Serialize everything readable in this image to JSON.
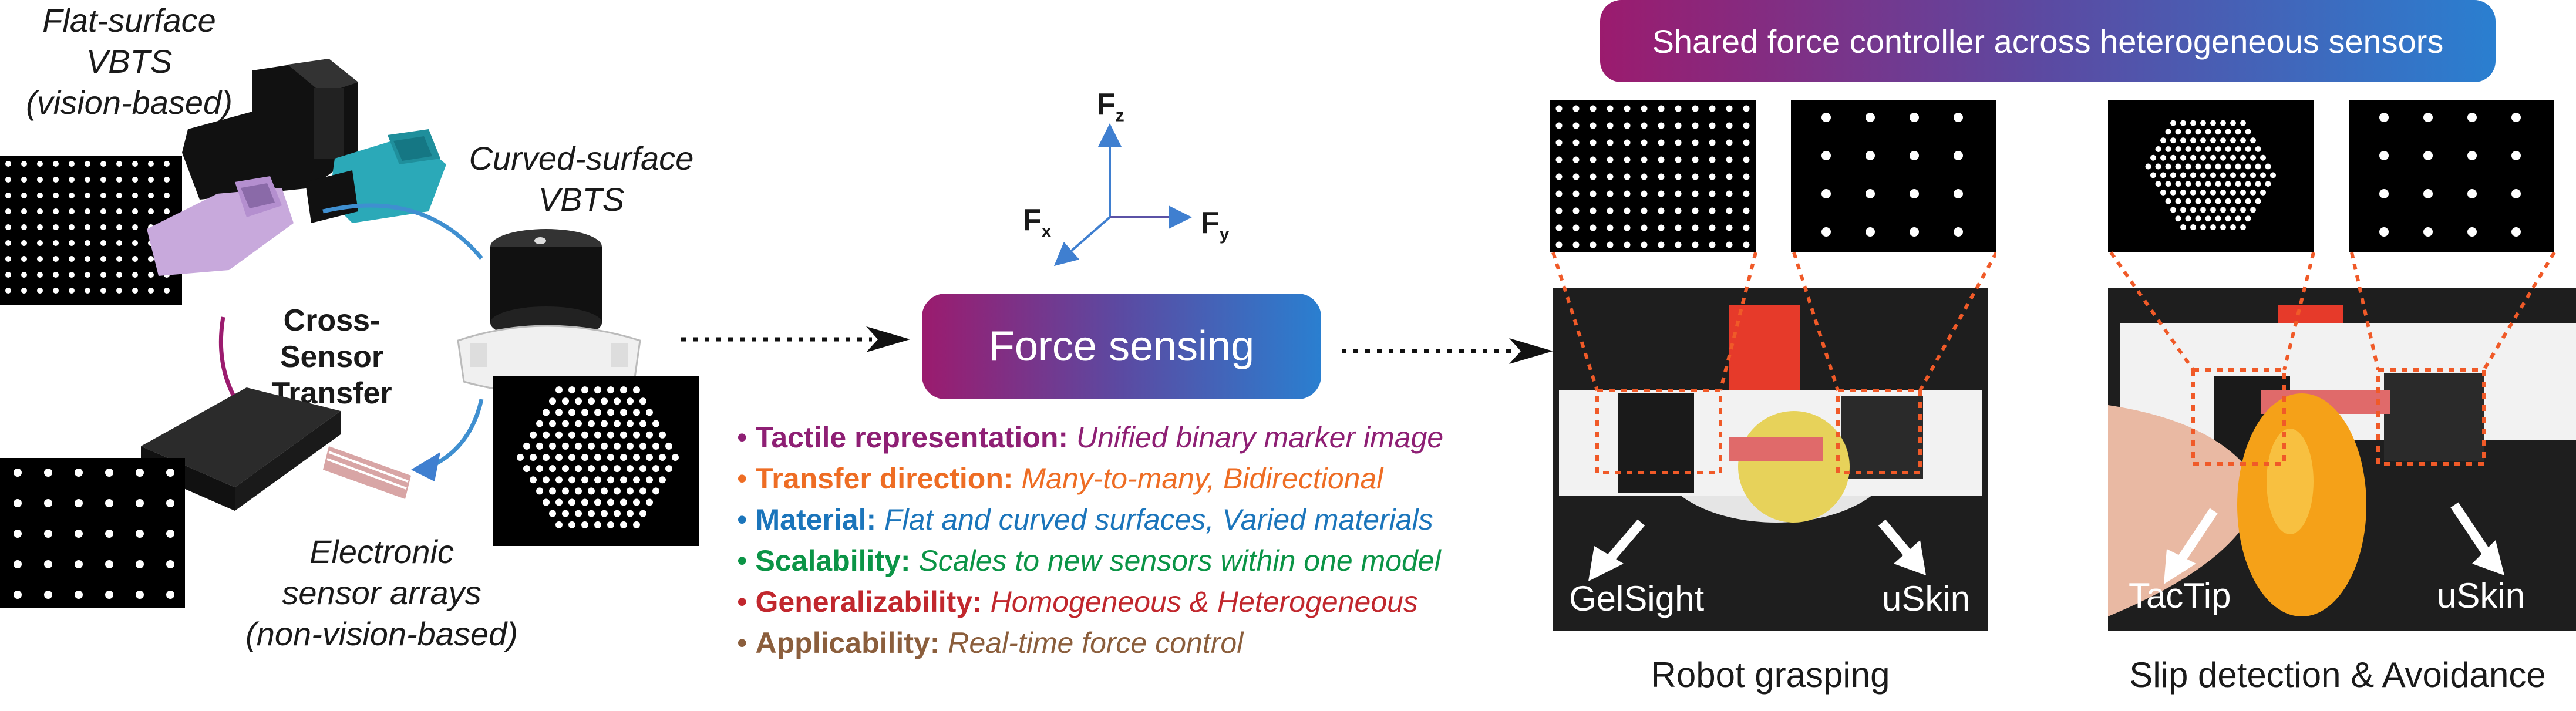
{
  "labels": {
    "flat_surface": [
      "Flat-surface",
      "VBTS",
      "(vision-based)"
    ],
    "curved_surface": [
      "Curved-surface",
      "VBTS"
    ],
    "cross_sensor": [
      "Cross-Sensor",
      "Transfer"
    ],
    "electronic": [
      "Electronic",
      "sensor arrays",
      "(non-vision-based)"
    ]
  },
  "axes": {
    "fz": "F",
    "fz_sub": "z",
    "fx": "F",
    "fx_sub": "x",
    "fy": "F",
    "fy_sub": "y"
  },
  "force_box": "Force sensing",
  "shared_banner": "Shared force controller across heterogeneous sensors",
  "features": [
    {
      "title": "Tactile representation:",
      "desc": "Unified binary marker image",
      "color": "#8e1f74"
    },
    {
      "title": "Transfer direction:",
      "desc": "Many-to-many, Bidirectional",
      "color": "#ee6d24"
    },
    {
      "title": "Material:",
      "desc": "Flat and curved surfaces, Varied materials",
      "color": "#1b75bb"
    },
    {
      "title": "Scalability:",
      "desc": "Scales to new sensors within one model",
      "color": "#0b9446"
    },
    {
      "title": "Generalizability:",
      "desc": "Homogeneous & Heterogeneous",
      "color": "#c1272d"
    },
    {
      "title": "Applicability:",
      "desc": "Real-time force control",
      "color": "#8b5e3c"
    }
  ],
  "photo_labels": {
    "gelsight": "GelSight",
    "uskin_1": "uSkin",
    "tactip": "TacTip",
    "uskin_2": "uSkin"
  },
  "captions": {
    "grasping": "Robot grasping",
    "slip": "Slip detection & Avoidance"
  },
  "colors": {
    "magenta": "#9b1b6e",
    "blue": "#2a7fd0",
    "arrow_blue": "#3f7fd0",
    "orange_dash": "#f05a28",
    "sensor_teal": "#2ba9b8",
    "sensor_purple": "#c7a7d9"
  }
}
